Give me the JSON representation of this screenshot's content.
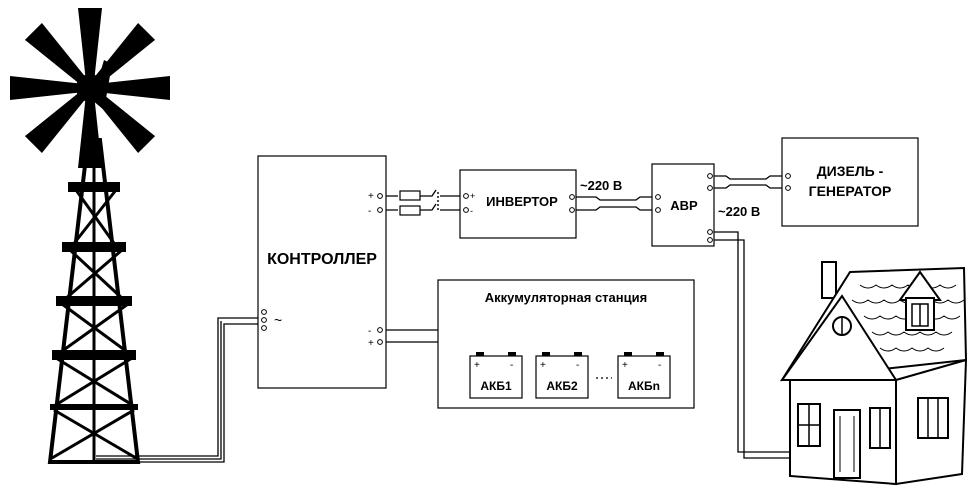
{
  "labels": {
    "controller": "КОНТРОЛЛЕР",
    "inverter": "ИНВЕРТОР",
    "avr": "АВР",
    "diesel_line1": "ДИЗЕЛЬ -",
    "diesel_line2": "ГЕНЕРАТОР",
    "battery_station": "Аккумуляторная станция",
    "voltage_inverter": "~220 В",
    "voltage_avr": "~220 В",
    "ac_symbol": "~",
    "plus": "+",
    "minus": "-"
  },
  "batteries": [
    "АКБ1",
    "АКБ2",
    "АКБn"
  ],
  "colors": {
    "line": "#000000",
    "background": "#ffffff"
  }
}
